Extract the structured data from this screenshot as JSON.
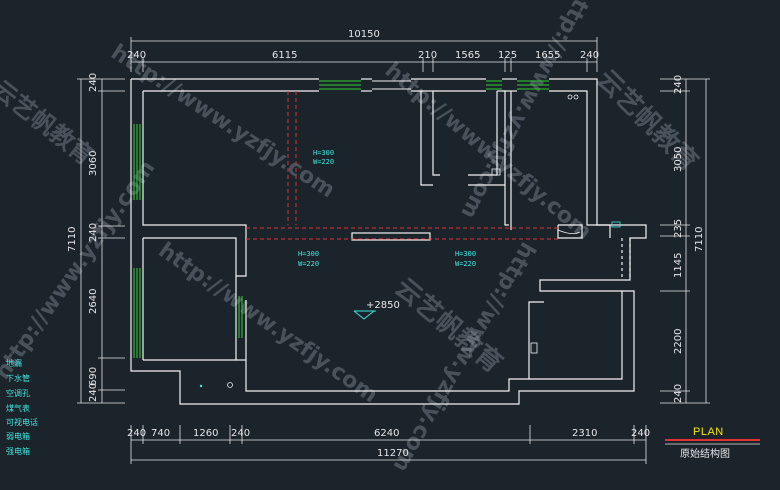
{
  "dimensions": {
    "top_total": "10150",
    "top_segments": [
      "240",
      "6115",
      "210",
      "1565",
      "125",
      "1655",
      "240"
    ],
    "bottom_segments": [
      "240",
      "740",
      "1260",
      "240",
      "6240",
      "2310",
      "240"
    ],
    "bottom_total": "11270",
    "left_segments": [
      "240",
      "3060",
      "240",
      "2640",
      "690",
      "240"
    ],
    "left_total": "7110",
    "right_segments": [
      "240",
      "3050",
      "235",
      "1145",
      "2200",
      "240"
    ],
    "right_total": "7110"
  },
  "annotations": {
    "a1_h": "H=300",
    "a1_w": "W=220",
    "a2_h": "H=300",
    "a2_w": "W=220",
    "a3_h": "H=300",
    "a3_w": "W=220",
    "level": "+2850"
  },
  "legend": [
    "地漏",
    "下水管",
    "空调孔",
    "煤气表",
    "可视电话",
    "弱电箱",
    "强电箱"
  ],
  "plan": {
    "title": "PLAN",
    "subtitle": "原始结构图"
  },
  "watermarks": {
    "brand": "云艺帆教育",
    "url": "http://www.yzfjy.com"
  },
  "colors": {
    "background": "#1b232b",
    "wall": "#f2f2f2",
    "dimension": "#e6e6e6",
    "beam": "#e03030",
    "window": "#2fd12f",
    "annotation": "#3ee8e0",
    "title": "#f2e600"
  }
}
